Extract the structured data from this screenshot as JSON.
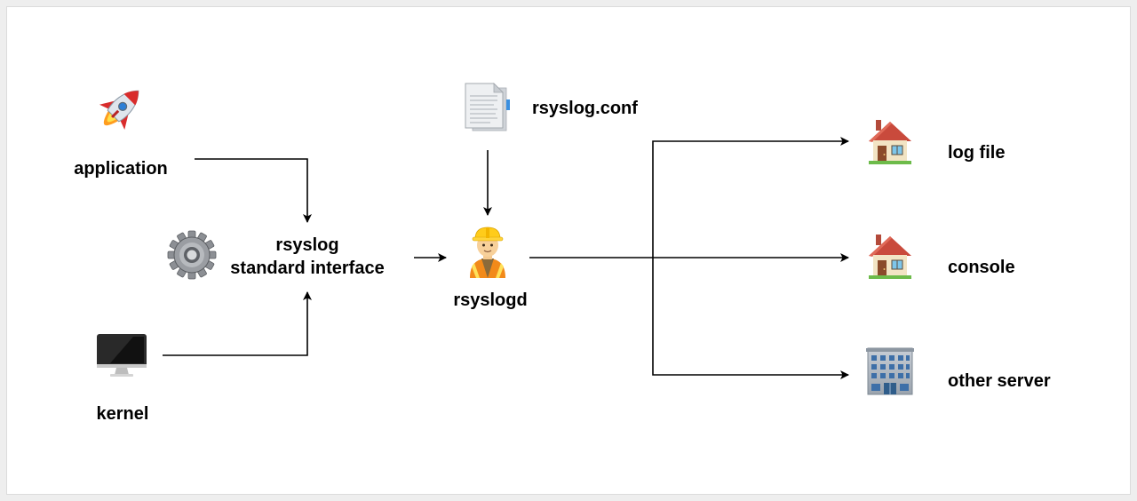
{
  "labels": {
    "application": "application",
    "kernel": "kernel",
    "interface_line1": "rsyslog",
    "interface_line2": "standard interface",
    "config": "rsyslog.conf",
    "daemon": "rsyslogd",
    "log_file": "log file",
    "console": "console",
    "other_server": "other server"
  },
  "icons": {
    "application": "rocket-icon",
    "kernel": "computer-monitor-icon",
    "interface": "gear-icon",
    "config": "document-icon",
    "daemon": "construction-worker-icon",
    "log_file": "house-icon",
    "console": "house-icon",
    "other_server": "office-building-icon"
  },
  "colors": {
    "line": "#000000",
    "background": "#ffffff"
  }
}
